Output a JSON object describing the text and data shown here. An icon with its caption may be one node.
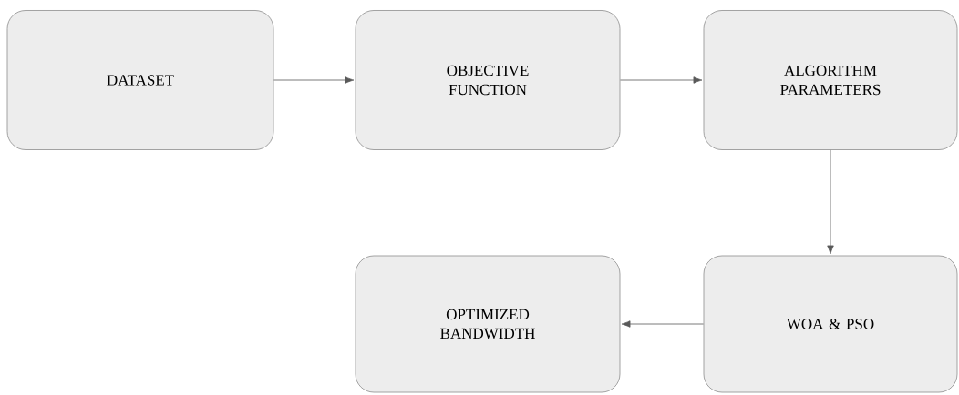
{
  "diagram": {
    "nodes": [
      {
        "text": [
          "DATASET"
        ]
      },
      {
        "text": [
          "OBJECTIVE FUNCTION"
        ]
      },
      {
        "text": [
          "ALGORITHM PARAMETERS"
        ]
      },
      {
        "text": [
          "WOA & PSO"
        ]
      },
      {
        "text": [
          "OPTIMIZED BANDWIDTH"
        ]
      }
    ],
    "edges": [
      {
        "from": 0,
        "to": 1,
        "arrow": "to"
      },
      {
        "from": 1,
        "to": 2,
        "arrow": "to"
      },
      {
        "from": 2,
        "to": 3,
        "arrow": "to"
      },
      {
        "from": 3,
        "to": 4,
        "arrow": "to"
      }
    ]
  }
}
